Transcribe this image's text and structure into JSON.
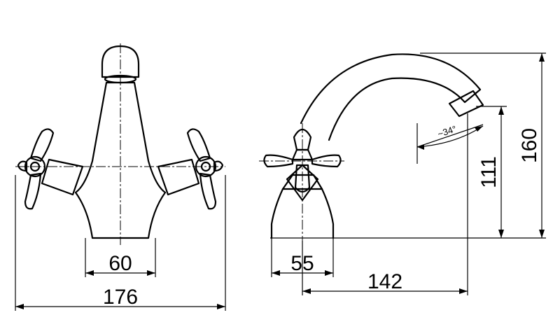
{
  "dimensions": {
    "base_front": "60",
    "overall_width": "176",
    "base_side": "55",
    "spout_reach": "142",
    "spout_height": "111",
    "overall_height": "160",
    "spout_angle": "~34°"
  }
}
